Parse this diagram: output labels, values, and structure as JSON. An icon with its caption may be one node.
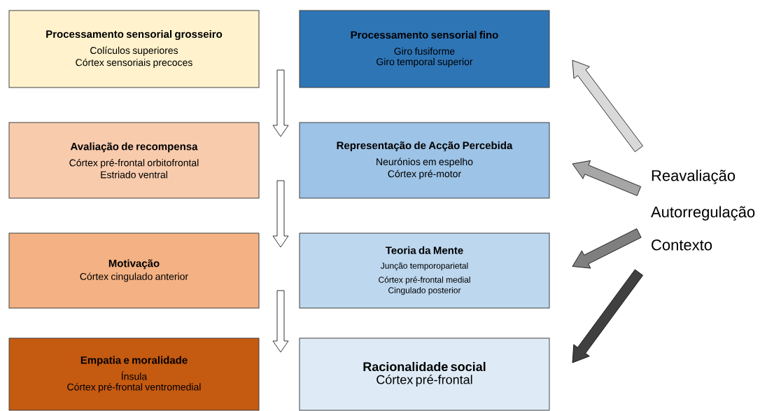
{
  "diagram": {
    "nodes": [
      {
        "text": [
          "Processamento sensorial grosseiro",
          "Colículos superiores",
          "Córtex sensoriais precoces"
        ]
      },
      {
        "text": [
          "Avaliação de recompensa",
          "Córtex pré-frontal orbitofrontal",
          "Estriado ventral"
        ]
      },
      {
        "text": [
          "Motivação",
          "Córtex cingulado anterior"
        ]
      },
      {
        "text": [
          "Empatia e moralidade",
          "Ínsula",
          "Córtex pré-frontal ventromedial"
        ]
      },
      {
        "text": [
          "Processamento sensorial fino",
          "Giro fusiforme",
          "Giro temporal superior"
        ]
      },
      {
        "text": [
          "Representação de Acção Percebida",
          "Neurónios em espelho",
          "Córtex pré-motor"
        ]
      },
      {
        "text": [
          "Teoria da Mente",
          "Junção temporoparietal",
          "Córtex pré-frontal medial",
          "Cingulado posterior"
        ]
      },
      {
        "text": [
          "Racionalidade social",
          "Córtex pré-frontal"
        ]
      },
      {
        "text": [
          "Reavaliação",
          "Autorregulação",
          "Contexto"
        ]
      }
    ],
    "edges": [
      {
        "from": 0,
        "to": 1,
        "arrow": "to"
      },
      {
        "from": 1,
        "to": 2,
        "arrow": "to"
      },
      {
        "from": 2,
        "to": 3,
        "arrow": "to"
      },
      {
        "from": 8,
        "to": 4,
        "arrow": "to",
        "color": "#d9d9d9"
      },
      {
        "from": 8,
        "to": 5,
        "arrow": "to",
        "color": "#a6a6a6"
      },
      {
        "from": 8,
        "to": 6,
        "arrow": "to",
        "color": "#7f7f7f"
      },
      {
        "from": 8,
        "to": 7,
        "arrow": "to",
        "color": "#404040"
      }
    ]
  }
}
